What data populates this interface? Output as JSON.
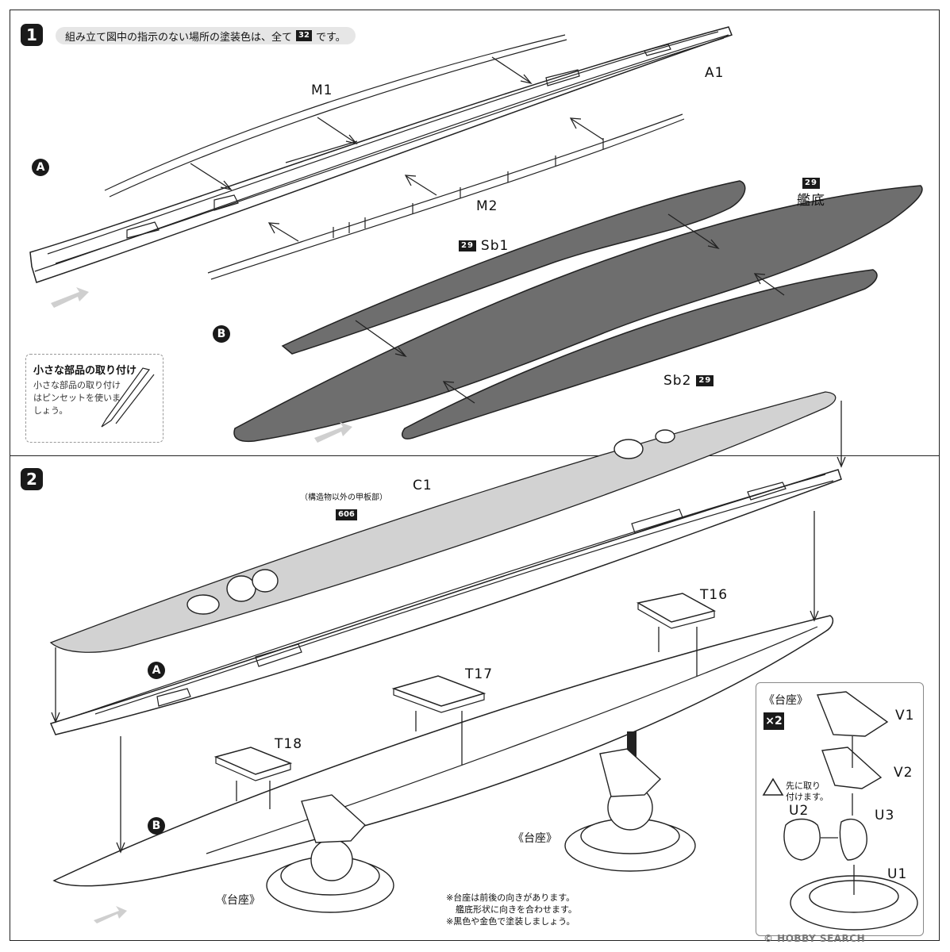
{
  "step1": {
    "number": "1",
    "instruction_before": "組み立て図中の指示のない場所の塗装色は、全て",
    "instruction_color": "32",
    "instruction_after": "です。",
    "labels": {
      "A": "A",
      "B": "B",
      "M1": "M1",
      "A1": "A1",
      "M2": "M2",
      "Sb1_color": "29",
      "Sb1": "Sb1",
      "bottom_color": "29",
      "bottom": "艦底",
      "Sb2": "Sb2",
      "Sb2_color": "29"
    },
    "tip": {
      "title": "小さな部品の取り付け",
      "body": "小さな部品の取り付けはピンセットを使いましょう。"
    }
  },
  "step2": {
    "number": "2",
    "labels": {
      "A": "A",
      "B": "B",
      "deck_note": "（構造物以外の甲板部）",
      "deck_color": "606",
      "C1": "C1",
      "T16": "T16",
      "T17": "T17",
      "T18": "T18",
      "stand1": "《台座》",
      "stand2": "《台座》"
    },
    "stand_panel": {
      "title": "《台座》",
      "multiplier": "×2",
      "V1": "V1",
      "V2": "V2",
      "caution": "先に取り付けます。",
      "U2": "U2",
      "U3": "U3",
      "U1": "U1"
    },
    "footnotes": [
      "※台座は前後の向きがあります。",
      "艦底形状に向きを合わせます。",
      "※黒色や金色で塗装しましょう。"
    ]
  },
  "watermark": "© HOBBY SEARCH"
}
